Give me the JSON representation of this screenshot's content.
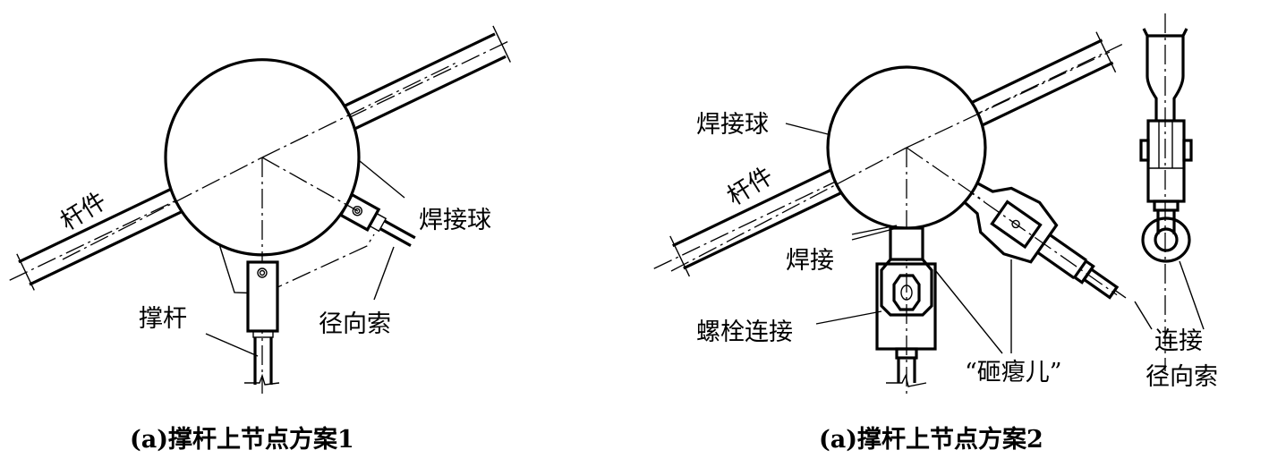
{
  "diagram_a": {
    "labels": {
      "member": "杆件",
      "weld_ball": "焊接球",
      "strut": "撑杆",
      "radial_cable": "径向索"
    },
    "caption": "(a)撑杆上节点方案1"
  },
  "diagram_b": {
    "labels": {
      "weld_ball": "焊接球",
      "member": "杆件",
      "weld": "焊接",
      "bolt_connection": "螺栓连接",
      "flattened": "“砸瘪儿”",
      "connect": "连接",
      "radial_cable": "径向索"
    },
    "caption": "(a)撑杆上节点方案2"
  }
}
